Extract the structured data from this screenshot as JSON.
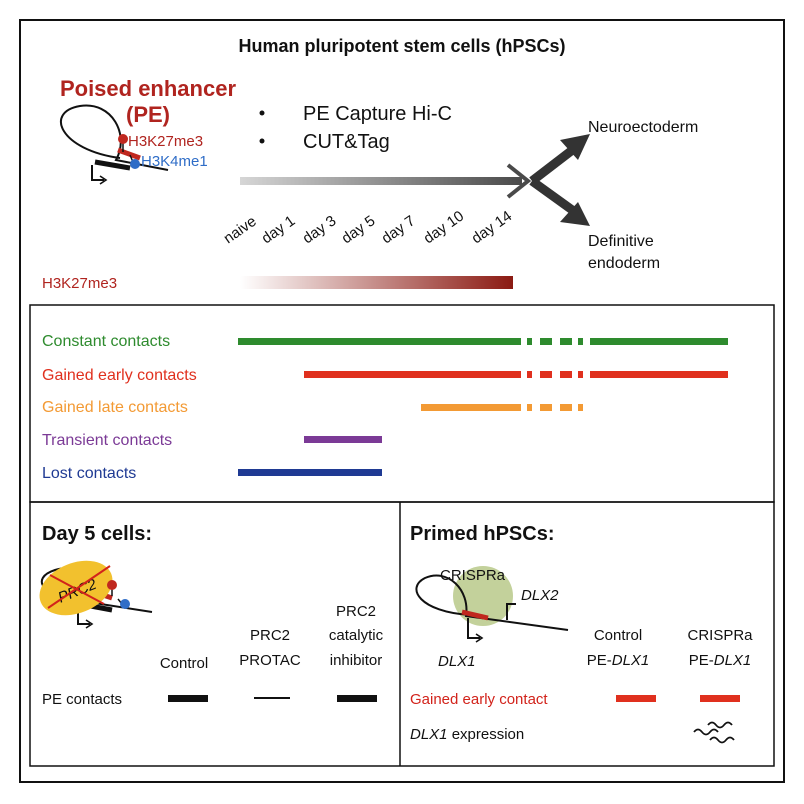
{
  "header": {
    "title": "Human pluripotent stem cells (hPSCs)",
    "pe_title_line1": "Poised enhancer",
    "pe_title_line2": "(PE)",
    "mark_h3k27me3": "H3K27me3",
    "mark_h3k4me1": "H3K4me1",
    "methods": [
      "PE Capture Hi-C",
      "CUT&Tag"
    ],
    "fates": {
      "neuro": "Neuroectoderm",
      "endo_line1": "Definitive",
      "endo_line2": "endoderm"
    },
    "timepoints": [
      "naive",
      "day 1",
      "day 3",
      "day 5",
      "day 7",
      "day 10",
      "day 14"
    ],
    "h3k27me3_label": "H3K27me3"
  },
  "contacts": [
    {
      "label": "Constant contacts",
      "color": "#2e8b2e"
    },
    {
      "label": "Gained early contacts",
      "color": "#e0301e"
    },
    {
      "label": "Gained late contacts",
      "color": "#f39a34"
    },
    {
      "label": "Transient contacts",
      "color": "#7b3a96"
    },
    {
      "label": "Lost contacts",
      "color": "#1f3a93"
    }
  ],
  "day5": {
    "title": "Day 5 cells:",
    "prc2": "PRC2",
    "col_control": "Control",
    "col_protac_line1": "PRC2",
    "col_protac_line2": "PROTAC",
    "col_inhib_line1": "PRC2",
    "col_inhib_line2": "catalytic",
    "col_inhib_line3": "inhibitor",
    "row_label": "PE contacts"
  },
  "primed": {
    "title": "Primed hPSCs:",
    "crispra": "CRISPRa",
    "gene_dlx2": "DLX2",
    "gene_dlx1": "DLX1",
    "col_control_line1": "Control",
    "col_control_line2_prefix": "PE-",
    "col_control_line2_gene": "DLX1",
    "col_crispra_line1": "CRISPRa",
    "col_crispra_line2_prefix": "PE-",
    "col_crispra_line2_gene": "DLX1",
    "row1_label": "Gained early contact",
    "row2_gene": "DLX1",
    "row2_rest": " expression"
  },
  "colors": {
    "pe_red": "#b0241f",
    "h3k4_blue": "#2f6dc7",
    "arrow_gray": "#555555",
    "crispra_green": "#b8c98a",
    "prc2_yellow": "#f2c12e"
  }
}
